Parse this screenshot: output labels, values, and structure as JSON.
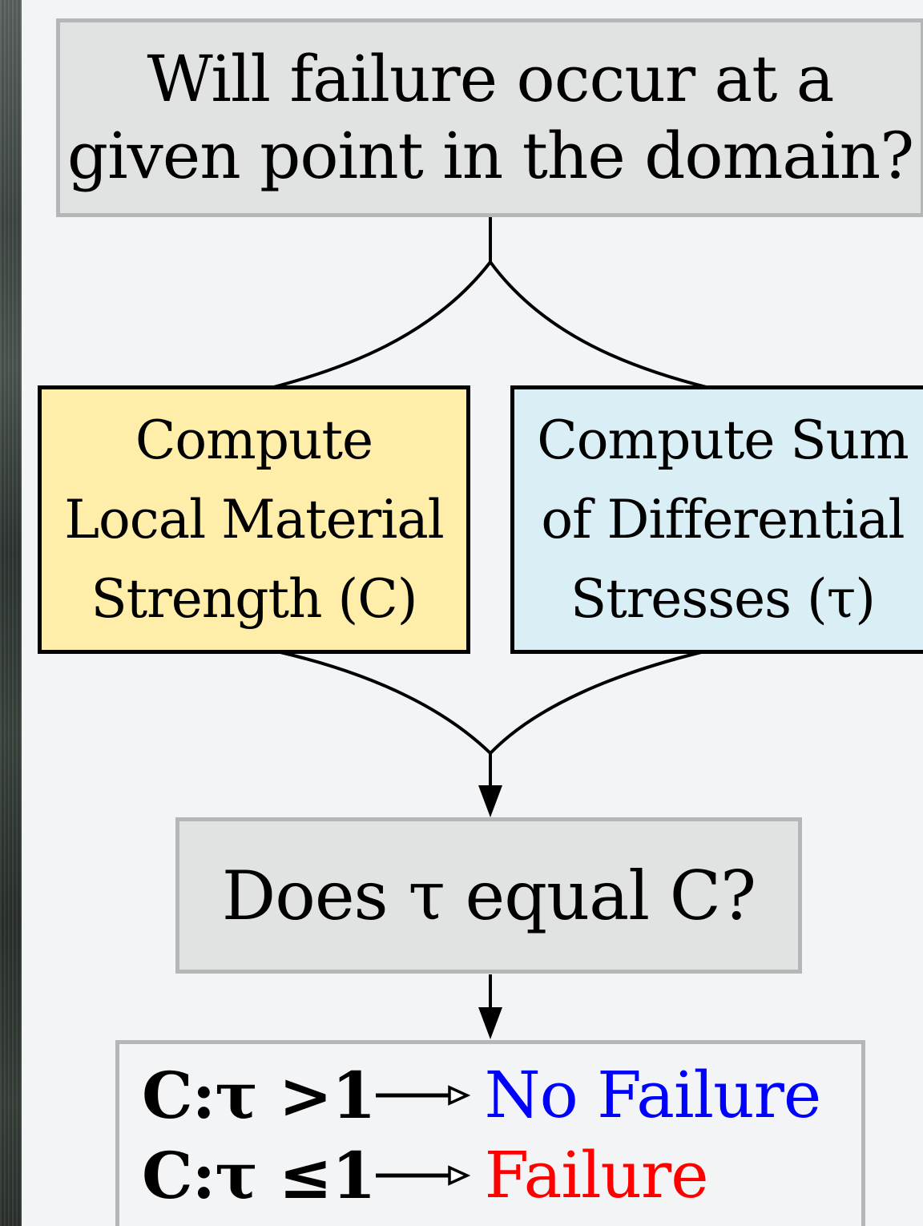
{
  "question": {
    "line1": "Will failure occur at a",
    "line2": "given point in the domain?"
  },
  "strength": {
    "line1": "Compute",
    "line2": "Local Material",
    "line3": "Strength (C)"
  },
  "stress": {
    "line1": "Compute Sum",
    "line2": "of Differential",
    "line3": "Stresses (τ)"
  },
  "decision": {
    "text": "Does τ equal C?"
  },
  "results": [
    {
      "ratio": "C:τ >1",
      "outcome": "No Failure",
      "color": "#0000ff"
    },
    {
      "ratio": "C:τ ≤1",
      "outcome": "Failure",
      "color": "#ff0000"
    }
  ]
}
